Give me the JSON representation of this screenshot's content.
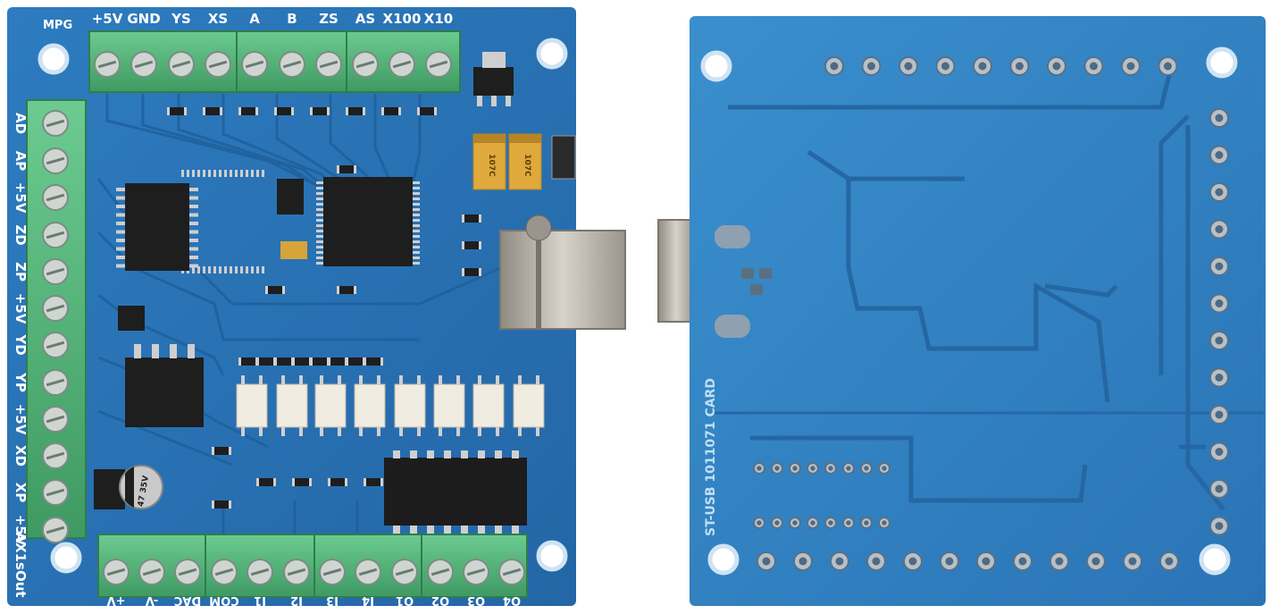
{
  "front_board": {
    "top_header": "MPG",
    "top_terminal_labels": [
      "+5V",
      "GND",
      "YS",
      "XS",
      "A",
      "B",
      "ZS",
      "AS",
      "X100",
      "X10"
    ],
    "left_terminal_labels": [
      "AD",
      "AP",
      "+5V",
      "ZD",
      "ZP",
      "+5V",
      "YD",
      "YP",
      "+5V",
      "XD",
      "XP",
      "+5V",
      "AX1sOut"
    ],
    "bottom_terminal_labels": [
      "+V",
      "-V",
      "DAC",
      "COM",
      "I1",
      "I2",
      "I3",
      "I4",
      "O1",
      "O2",
      "O3",
      "O4"
    ],
    "capacitor_markings": [
      "107C",
      "107C"
    ],
    "electrolytic_marking": "47 35V"
  },
  "back_board": {
    "silkscreen": "ST-USB 1011071 CARD"
  },
  "colors": {
    "pcb": "#2a76b8",
    "pcb_back": "#2f83c2",
    "terminal": "#56b97c",
    "silkscreen": "#ffffff",
    "chip": "#1e1e1e",
    "usb_metal": "#b9b4aa"
  }
}
